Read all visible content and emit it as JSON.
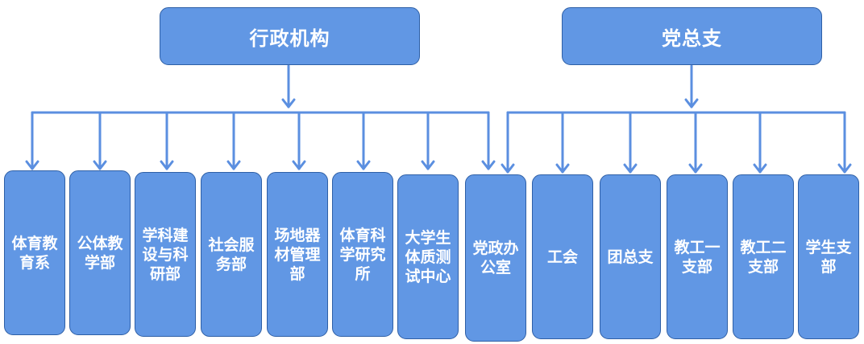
{
  "colors": {
    "box_fill": "#6197e4",
    "box_border": "#2e5fa6",
    "connector": "#5b8fe0",
    "text": "#ffffff"
  },
  "admin": {
    "title": "行政机构",
    "units": [
      "体育教育系",
      "公体教学部",
      "学科建设与科研部",
      "社会服务部",
      "场地器材管理部",
      "体育科学研究所",
      "大学生体质测试中心",
      "党政办公室"
    ]
  },
  "party": {
    "title": "党总支",
    "units": [
      "工会",
      "团总支",
      "教工一支部",
      "教工二支部",
      "学生支部"
    ]
  }
}
